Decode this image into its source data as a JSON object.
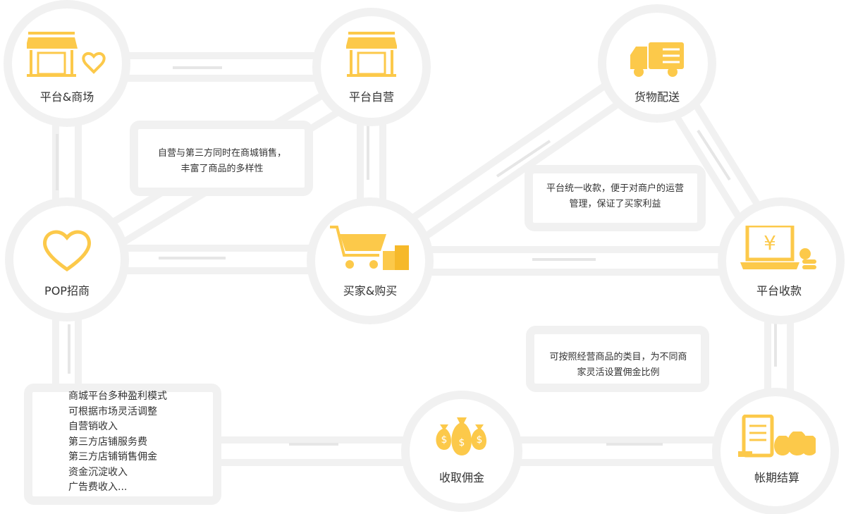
{
  "colors": {
    "accent": "#fcc94a",
    "track": "#f1f1f1",
    "text": "#333333"
  },
  "nodes": [
    {
      "id": "mall",
      "label": "平台&商场",
      "icon": "storefront-handshake-icon"
    },
    {
      "id": "self",
      "label": "平台自营",
      "icon": "storefront-icon"
    },
    {
      "id": "delivery",
      "label": "货物配送",
      "icon": "delivery-truck-icon"
    },
    {
      "id": "pop",
      "label": "POP招商",
      "icon": "handshake-heart-icon"
    },
    {
      "id": "buyer",
      "label": "买家&购买",
      "icon": "shopping-cart-bags-icon"
    },
    {
      "id": "payment",
      "label": "平台收款",
      "icon": "laptop-yuan-icon"
    },
    {
      "id": "commission",
      "label": "收取佣金",
      "icon": "money-bags-icon"
    },
    {
      "id": "settlement",
      "label": "帐期结算",
      "icon": "receipt-money-icon"
    }
  ],
  "notes": {
    "diversity": [
      "自营与第三方同时在商城销售，",
      "丰富了商品的多样性"
    ],
    "payment": [
      "平台统一收款，便于对商户的运营",
      "管理，保证了买家利益"
    ],
    "commission": [
      "可按照经营商品的类目，为不同商",
      "家灵活设置佣金比例"
    ]
  },
  "profit_list": [
    "商城平台多种盈利模式",
    "可根据市场灵活调整",
    "自营销收入",
    "第三方店铺服务费",
    "第三方店铺销售佣金",
    "资金沉淀收入",
    "广告费收入..."
  ]
}
